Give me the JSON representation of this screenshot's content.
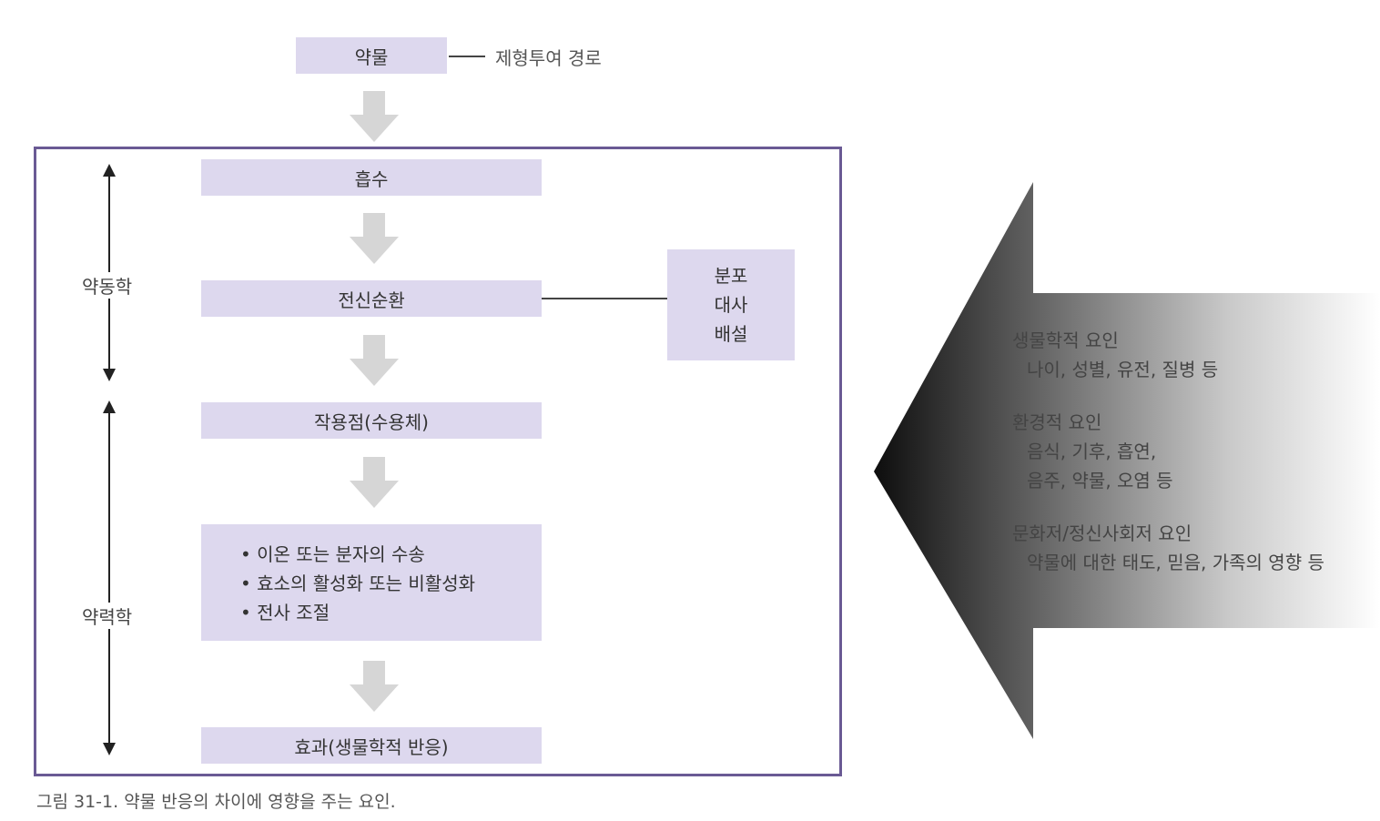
{
  "drug": "약물",
  "route_label": "제형투여 경로",
  "steps": {
    "absorption": "흡수",
    "circulation": "전신순환",
    "site": "작용점(수용체)",
    "effect": "효과(생물학적 반응)"
  },
  "side_box": [
    "분포",
    "대사",
    "배설"
  ],
  "mechanisms": [
    "• 이온 또는 분자의 수송",
    "• 효소의 활성화 또는 비활성화",
    "• 전사 조절"
  ],
  "axis_labels": {
    "pharmacokinetics": "약동학",
    "pharmacodynamics": "약력학"
  },
  "factors": [
    {
      "title": "생물학적 요인",
      "lines": [
        "나이, 성별, 유전, 질병 등"
      ]
    },
    {
      "title": "환경적 요인",
      "lines": [
        "음식, 기후, 흡연,",
        "음주, 약물, 오염 등"
      ]
    },
    {
      "title": "문화저/정신사회저 요인",
      "lines": [
        "약물에 대한 태도, 믿음, 가족의 영향 등"
      ]
    }
  ],
  "caption": "그림 31-1. 약물 반응의 차이에 영향을 주는 요인."
}
